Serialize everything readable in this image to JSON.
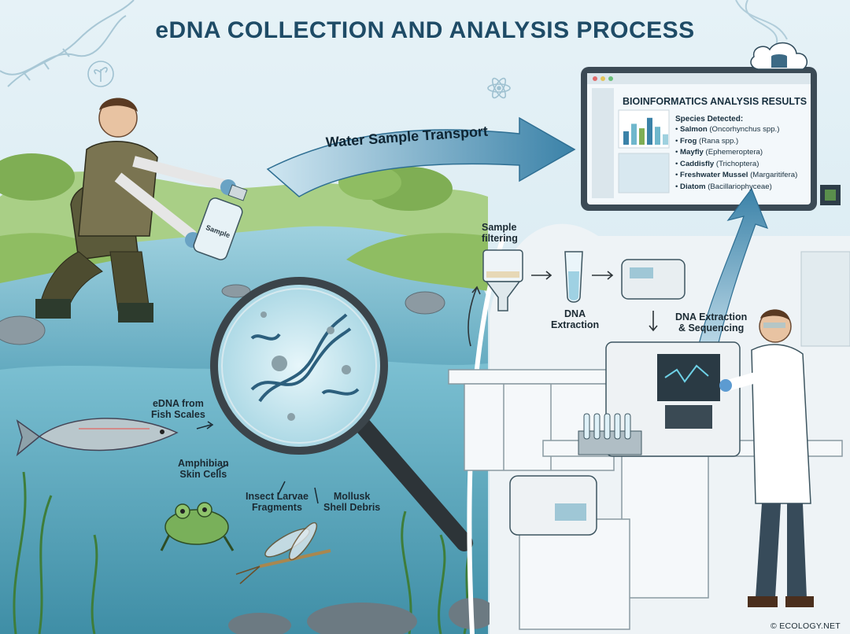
{
  "title": "eDNA COLLECTION AND ANALYSIS PROCESS",
  "transport_label": "Water Sample Transport",
  "monitor": {
    "heading": "BIOINFORMATICS ANALYSIS RESULTS",
    "species_heading": "Species Detected:",
    "species": [
      {
        "name": "Salmon",
        "latin": "(Oncorhynchus spp.)"
      },
      {
        "name": "Frog",
        "latin": "(Rana spp.)"
      },
      {
        "name": "Mayfly",
        "latin": "(Ephemeroptera)"
      },
      {
        "name": "Caddisfly",
        "latin": "(Trichoptera)"
      },
      {
        "name": "Freshwater Mussel",
        "latin": "(Margaritifera)"
      },
      {
        "name": "Diatom",
        "latin": "(Bacillariophyceae)"
      }
    ],
    "chart_bars": [
      0.45,
      0.7,
      0.55,
      0.9,
      0.6,
      0.35
    ]
  },
  "labels": {
    "fish": "eDNA from\nFish Scales",
    "amphibian": "Amphibian\nSkin Cells",
    "insect": "Insect Larvae\nFragments",
    "mollusk": "Mollusk\nShell Debris",
    "filtering": "Sample\nfiltering",
    "extraction": "DNA\nExtraction",
    "sequencing": "DNA Extraction\n& Sequencing"
  },
  "bottle_label": "Sample",
  "credit": "© ECOLOGY.NET",
  "colors": {
    "sky": "#dfeef4",
    "water": "#6fb7cc",
    "grass": "#7fae54",
    "title": "#1e4b66",
    "arrow": "#3b82a8",
    "lab_bg": "#eef3f6"
  }
}
